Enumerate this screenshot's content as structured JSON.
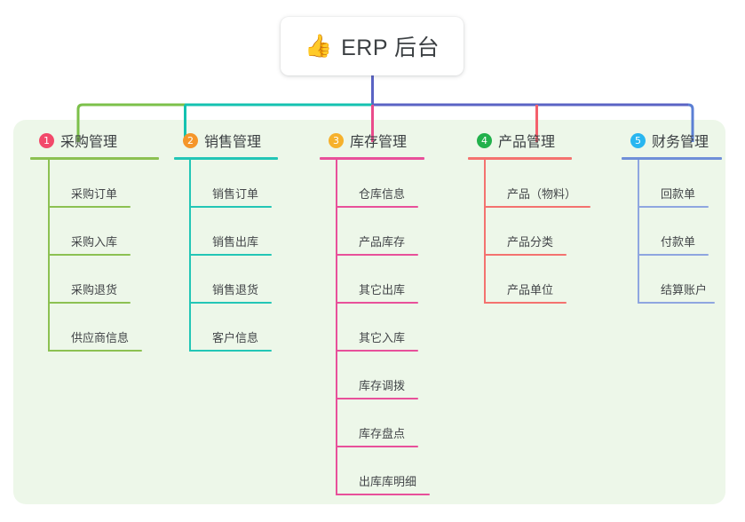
{
  "root": {
    "icon": "thumbs-up-emoji",
    "emoji": "👍",
    "title": "ERP 后台"
  },
  "panel": {
    "background_color": "#edf7e9"
  },
  "connector_colors": {
    "stem": "#5a63c4",
    "bar_left": "#7cc04a",
    "bar_mid": "#14c2b0",
    "bar_right": "#5a63c4",
    "drop_1": "#7cc04a",
    "drop_2": "#14c2b0",
    "drop_3": "#ea4b8b",
    "drop_4": "#f4606c",
    "drop_5": "#5b7fd4"
  },
  "columns": [
    {
      "index": "1",
      "title": "采购管理",
      "badge_color": "#f2496a",
      "rule_color": "#8cc152",
      "line_color": "#8cc152",
      "items": [
        {
          "label": "采购订单"
        },
        {
          "label": "采购入库"
        },
        {
          "label": "采购退货"
        },
        {
          "label": "供应商信息"
        }
      ]
    },
    {
      "index": "2",
      "title": "销售管理",
      "badge_color": "#f5962a",
      "rule_color": "#23c6b6",
      "line_color": "#23c6b6",
      "items": [
        {
          "label": "销售订单"
        },
        {
          "label": "销售出库"
        },
        {
          "label": "销售退货"
        },
        {
          "label": "客户信息"
        }
      ]
    },
    {
      "index": "3",
      "title": "库存管理",
      "badge_color": "#f6b12c",
      "rule_color": "#e8509a",
      "line_color": "#e8509a",
      "items": [
        {
          "label": "仓库信息"
        },
        {
          "label": "产品库存"
        },
        {
          "label": "其它出库"
        },
        {
          "label": "其它入库"
        },
        {
          "label": "库存调拨"
        },
        {
          "label": "库存盘点"
        },
        {
          "label": "出库库明细"
        }
      ]
    },
    {
      "index": "4",
      "title": "产品管理",
      "badge_color": "#22b14c",
      "rule_color": "#f4726f",
      "line_color": "#f4726f",
      "items": [
        {
          "label": "产品（物料）"
        },
        {
          "label": "产品分类"
        },
        {
          "label": "产品单位"
        }
      ]
    },
    {
      "index": "5",
      "title": "财务管理",
      "badge_color": "#29b6f0",
      "rule_color": "#6f8fd8",
      "line_color": "#8fa6e0",
      "items": [
        {
          "label": "回款单"
        },
        {
          "label": "付款单"
        },
        {
          "label": "结算账户"
        }
      ]
    }
  ]
}
